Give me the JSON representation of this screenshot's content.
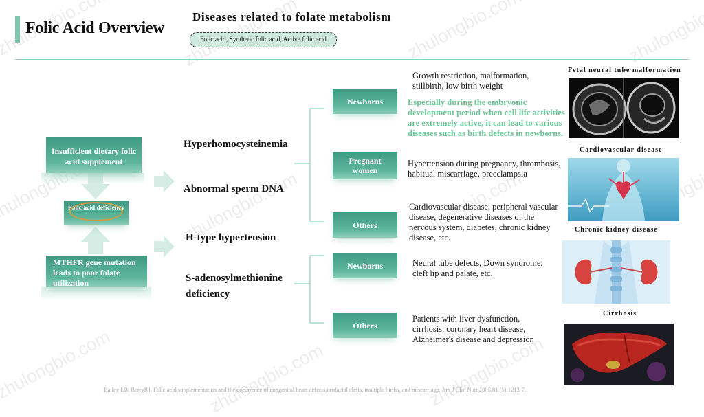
{
  "header": {
    "title": "Folic Acid Overview",
    "subtitle": "Diseases related to folate metabolism",
    "pill": "Folic acid, Synthetic folic acid, Active folic acid"
  },
  "causes": {
    "insufficient": "Insufficient dietary folic acid supplement",
    "deficiency": "Folic acid deficiency",
    "mthfr": "MTHFR gene mutation leads to poor folate utilization"
  },
  "consequences": [
    "Hyperhomocysteinemia",
    "Abnormal sperm DNA",
    "H-type hypertension",
    "S-adenosylmethionine deficiency"
  ],
  "categories": {
    "newborns_1": "Newborns",
    "pregnant_line1": "Pregnant",
    "pregnant_line2": "women",
    "others_1": "Others",
    "newborns_2": "Newborns",
    "others_2": "Others"
  },
  "descriptions": {
    "newborns_1": "Growth restriction, malformation, stillbirth, low birth weight",
    "highlight": "Especially during the embryonic development period when cell life activities are extremely active, it can lead to various diseases such as birth defects in newborns.",
    "pregnant": "Hypertension during pregnancy, thrombosis, habitual miscarriage, preeclampsia",
    "others_1": "Cardiovascular disease, peripheral vascular disease, degenerative diseases of the nervous system, diabetes, chronic kidney disease, etc.",
    "newborns_2": "Neural tube defects, Down syndrome, cleft lip and palate, etc.",
    "others_2": "Patients with liver dysfunction, cirrhosis, coronary heart disease, Alzheimer's disease and depression"
  },
  "images": {
    "fetal": "Fetal neural tube malformation",
    "cardio": "Cardiovascular disease",
    "kidney": "Chronic kidney disease",
    "cirrhosis": "Cirrhosis"
  },
  "footnote": "Bailey LB, BerryRJ. Folic acid supplementation and the occurrence of congenital heart defects,orofacial clefts, multiple births, and miscarriage. Am J Clin Nutr,2005,81 (5):1213-7.",
  "watermark": "zhulongbio.com",
  "colors": {
    "accent": "#7fc7b0",
    "box_green": "#4fa88e",
    "highlight_text": "#6cc596",
    "ring": "#d39a3c"
  }
}
